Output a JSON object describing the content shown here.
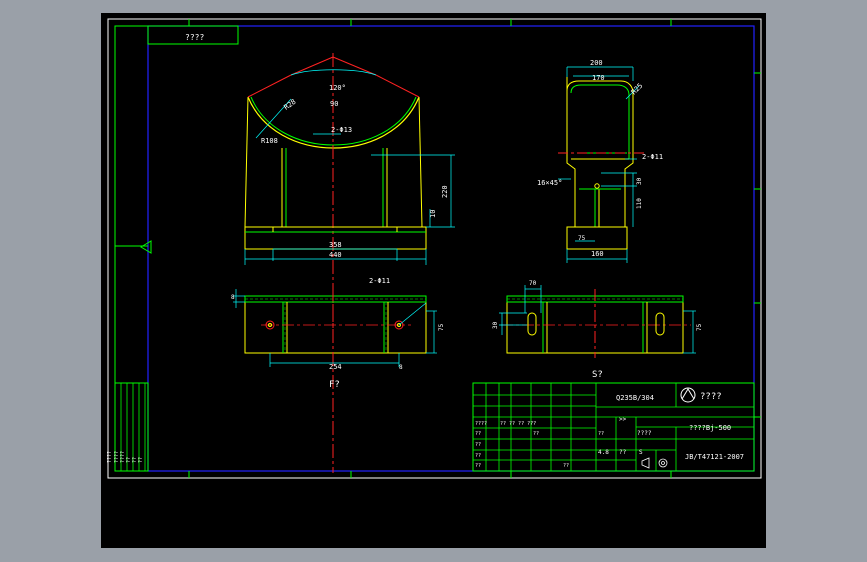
{
  "drawing": {
    "code_box": "????",
    "view_a": {
      "dims": {
        "angle": "120°",
        "top_width": "90",
        "radius": "R28",
        "inner_radius": "R108",
        "hole_label": "2-Φ13",
        "span_inner": "358",
        "span_outer": "440",
        "height": "220",
        "base_thk": "10"
      },
      "view_label": "F?"
    },
    "view_b": {
      "dims": {
        "w_outer": "200",
        "w_inner": "170",
        "radius": "R25",
        "holes": "2-Φ11",
        "chamfer": "16×45°",
        "d1": "30",
        "d2": "110",
        "base_w": "160",
        "small": "75"
      }
    },
    "plan_view": {
      "left_label": "2-Φ11",
      "left_tick": "8",
      "right_dim": "75",
      "span": "254",
      "right_small": "8"
    },
    "side_plan": {
      "top_dim": "70",
      "slot_dim": "30",
      "right_dim": "75",
      "view_label": "S?"
    },
    "title_block": {
      "material": "Q235B/304",
      "company": "????",
      "part_marks": ">>",
      "drawing_name": "????Bj-500",
      "standard": "JB/T47121-2007",
      "scale_label": "????",
      "weight": "4.8",
      "sheet": "??",
      "rev": "S",
      "row_labels": [
        "????",
        "?? ?? ?? ???",
        "??",
        "??"
      ],
      "small_labels": [
        "??",
        "??",
        "??",
        "??",
        "??"
      ]
    },
    "side_strip": [
      "????",
      "????",
      "????",
      "??",
      "??",
      "??"
    ]
  }
}
